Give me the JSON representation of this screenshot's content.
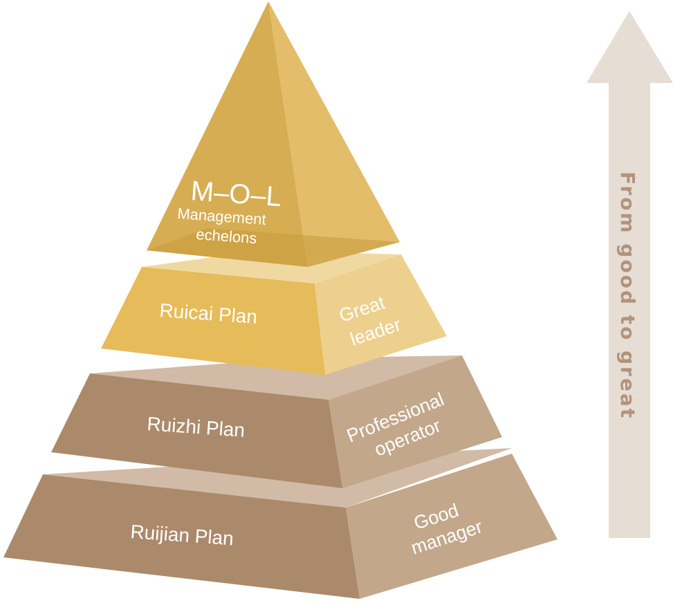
{
  "pyramid": {
    "apex": {
      "title": "M–O–L",
      "subtitle_line1": "Management",
      "subtitle_line2": "echelons"
    },
    "tiers": [
      {
        "plan": "Ruicai Plan",
        "role_line1": "Great",
        "role_line2": "leader"
      },
      {
        "plan": "Ruizhi Plan",
        "role_line1": "Professional",
        "role_line2": "operator"
      },
      {
        "plan": "Ruijian Plan",
        "role_line1": "Good",
        "role_line2": "manager"
      }
    ]
  },
  "arrow": {
    "label": "From good to great"
  },
  "colors": {
    "gold_front": "#d6ad52",
    "gold_side": "#e3bd6a",
    "tier1_front": "#e6bb5a",
    "tier1_side": "#edd08d",
    "tier1_top": "#f0d9a0",
    "brown_front": "#ab8a6b",
    "brown_side": "#c3a78b",
    "brown_top": "#d1bba6",
    "arrow_fill": "#e6ddd5",
    "arrow_text": "#b2937a"
  }
}
